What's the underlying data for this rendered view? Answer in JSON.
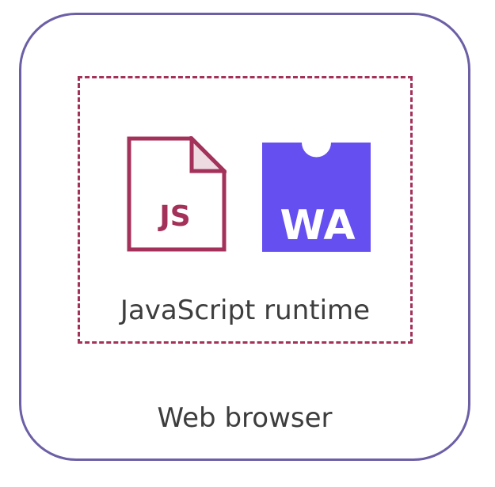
{
  "diagram": {
    "outer_box": {
      "label": "Web browser",
      "border_color": "#6d5fa6"
    },
    "inner_box": {
      "label": "JavaScript runtime",
      "border_color": "#a3315a",
      "border_style": "dashed"
    },
    "icons": [
      {
        "name": "javascript-file-icon",
        "text": "JS",
        "color": "#a3315a"
      },
      {
        "name": "webassembly-logo-icon",
        "text": "WA",
        "color": "#654ff0"
      }
    ],
    "text_color": "#3d3d3d"
  }
}
